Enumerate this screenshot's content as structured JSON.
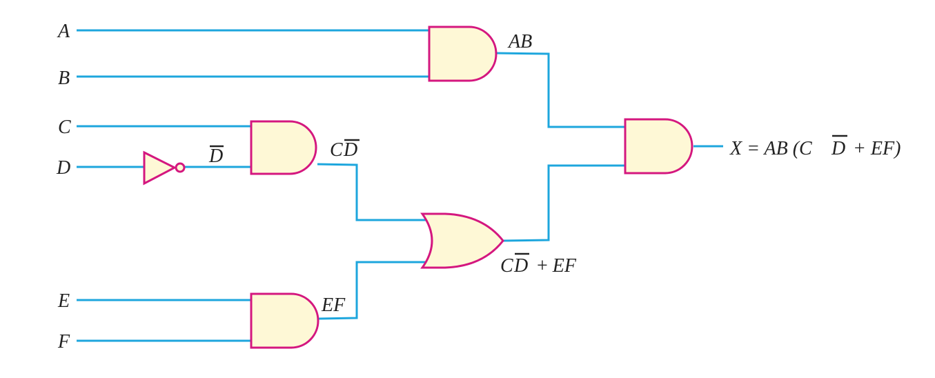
{
  "diagram": {
    "title": "Logic circuit for X = AB(C D̄ + EF)",
    "colors": {
      "wire": "#1da6dd",
      "gate_stroke": "#d4177f",
      "gate_fill": "#fef8d6",
      "text": "#222222"
    },
    "inputs": [
      "A",
      "B",
      "C",
      "D",
      "E",
      "F"
    ],
    "gates": [
      {
        "id": "and1",
        "type": "AND",
        "inputs": [
          "A",
          "B"
        ],
        "output_label": "AB"
      },
      {
        "id": "not1",
        "type": "NOT",
        "inputs": [
          "D"
        ],
        "output_label": "D̄"
      },
      {
        "id": "and2",
        "type": "AND",
        "inputs": [
          "C",
          "D̄"
        ],
        "output_label": "CD̄"
      },
      {
        "id": "and3",
        "type": "AND",
        "inputs": [
          "E",
          "F"
        ],
        "output_label": "EF"
      },
      {
        "id": "or1",
        "type": "OR",
        "inputs": [
          "CD̄",
          "EF"
        ],
        "output_label": "CD̄ + EF"
      },
      {
        "id": "and4",
        "type": "AND",
        "inputs": [
          "AB",
          "CD̄ + EF"
        ],
        "output_label": "X = AB (CD̄ + EF)"
      }
    ],
    "labels": {
      "in_a": "A",
      "in_b": "B",
      "in_c": "C",
      "in_d": "D",
      "in_e": "E",
      "in_f": "F",
      "ab": "AB",
      "dbar": "D",
      "cd_c": "C",
      "cd_d": "D",
      "ef": "EF",
      "or_c": "C",
      "or_d": "D",
      "or_rest": "+ EF",
      "out_prefix": "X = AB (C",
      "out_d": "D",
      "out_suffix": "+ EF)"
    }
  }
}
